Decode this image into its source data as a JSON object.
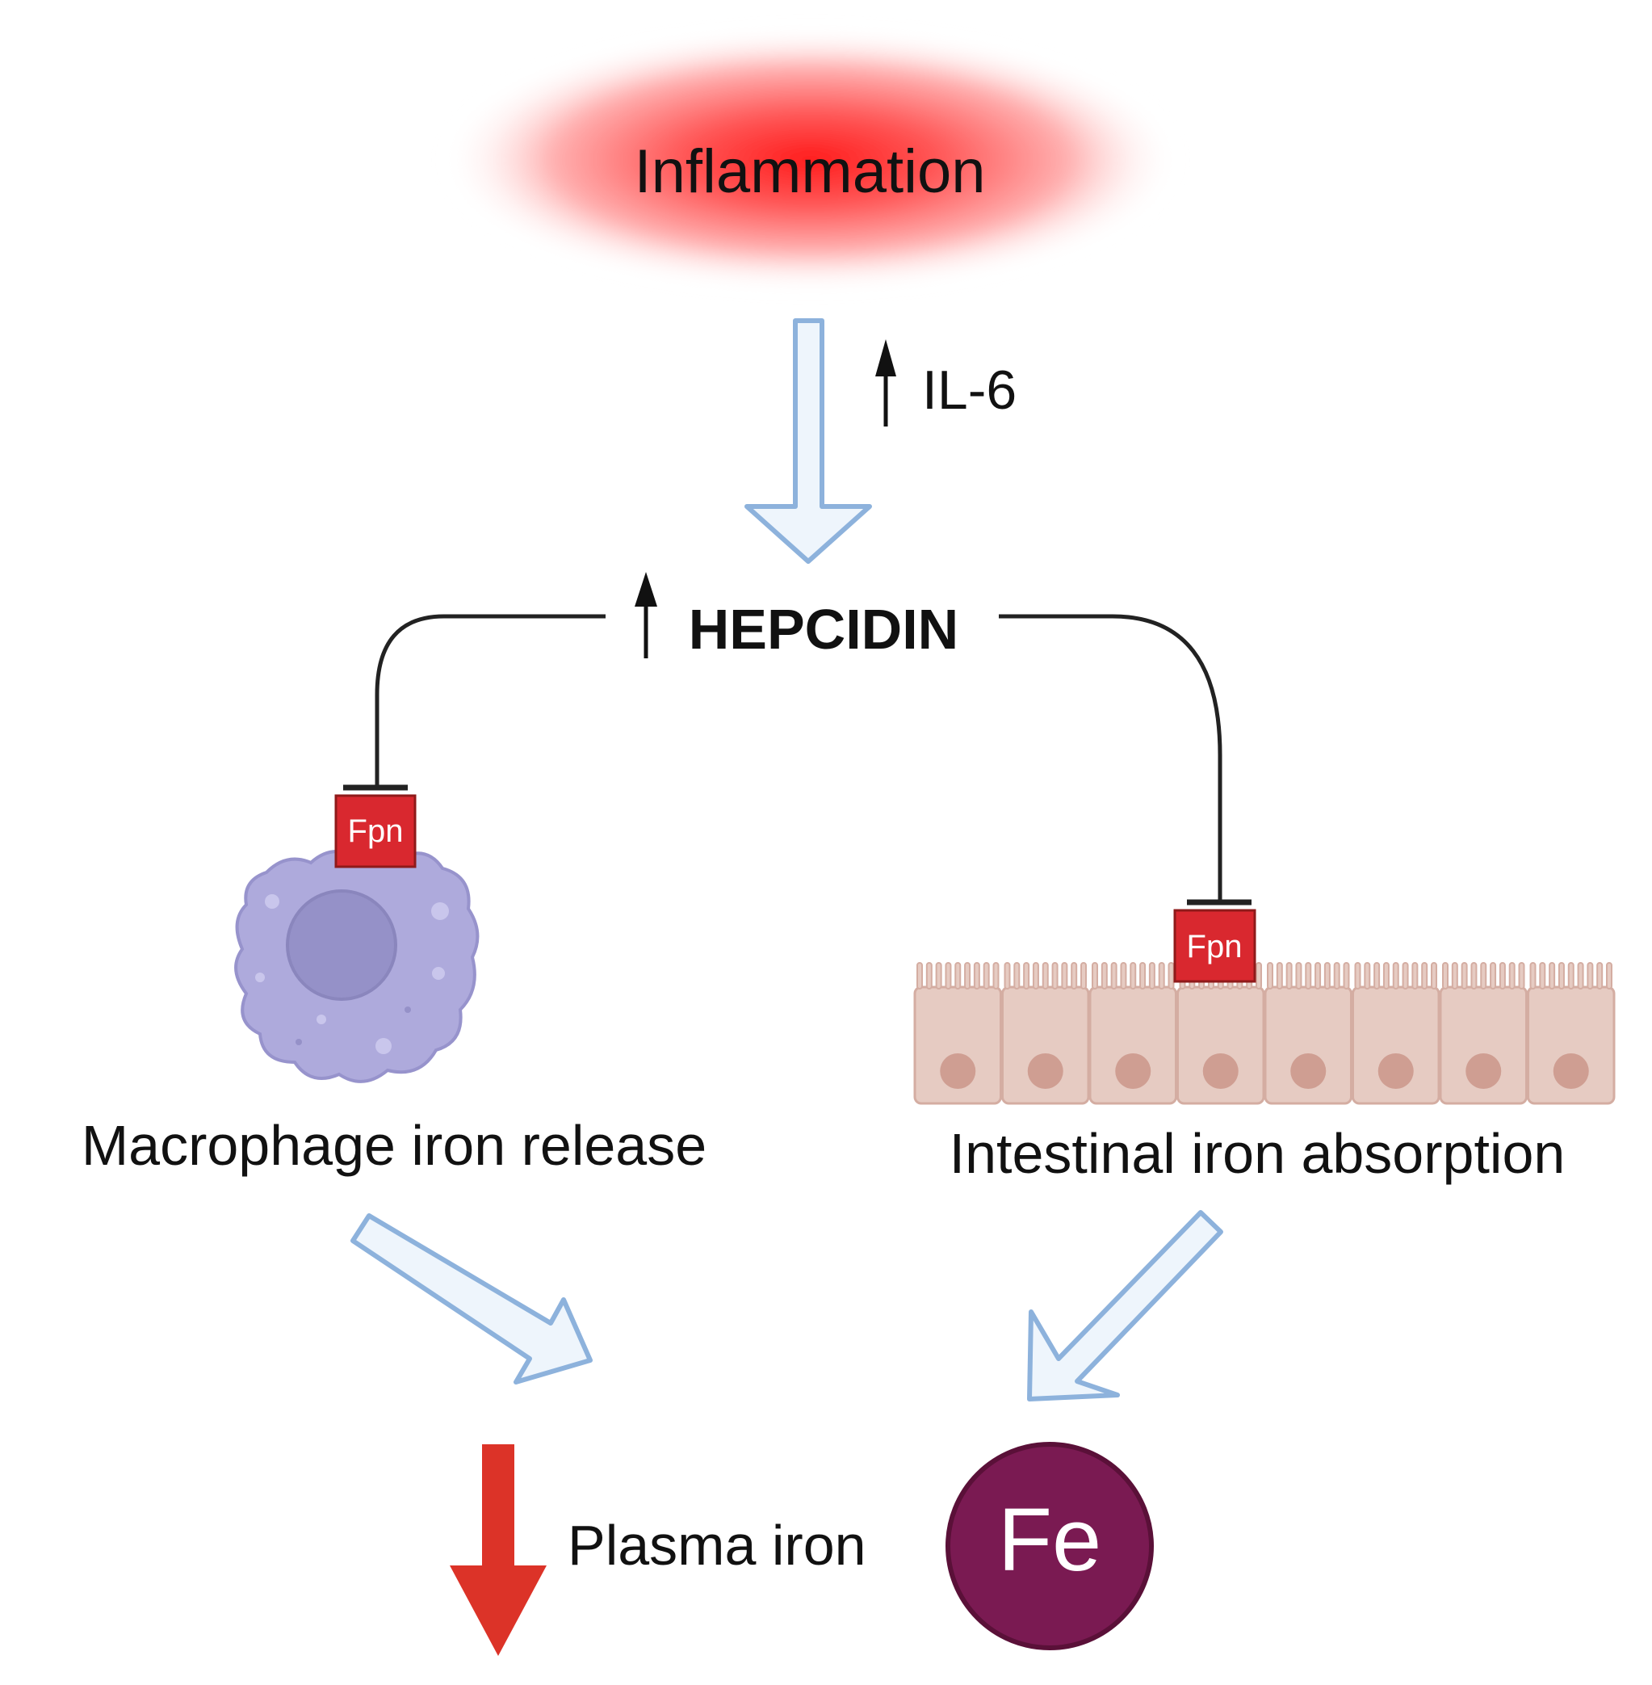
{
  "labels": {
    "inflammation": "Inflammation",
    "il6": "IL-6",
    "hepcidin": "HEPCIDIN",
    "macrophage_fpn": "Fpn",
    "intestine_fpn": "Fpn",
    "macrophage": "Macrophage iron release",
    "intestine": "Intestinal iron absorption",
    "plasma_iron": "Plasma iron",
    "iron_symbol": "Fe"
  },
  "colors": {
    "inflammation_core": "#ff1a1a",
    "hollow_arrow_fill": "#eef5fc",
    "hollow_arrow_stroke": "#8db2dc",
    "fpn_fill": "#d9282f",
    "macrophage_fill": "#aeaadc",
    "macrophage_nucleus": "#9591c8",
    "enterocyte_fill": "#e6cbc2",
    "enterocyte_nucleus": "#cf9e92",
    "decrease_arrow": "#dc3328",
    "fe_circle": "#7a1a52"
  },
  "icons": {
    "il6_up": "up-arrow-icon",
    "hepcidin_up": "up-arrow-icon",
    "plasma_down": "down-arrow-icon"
  }
}
